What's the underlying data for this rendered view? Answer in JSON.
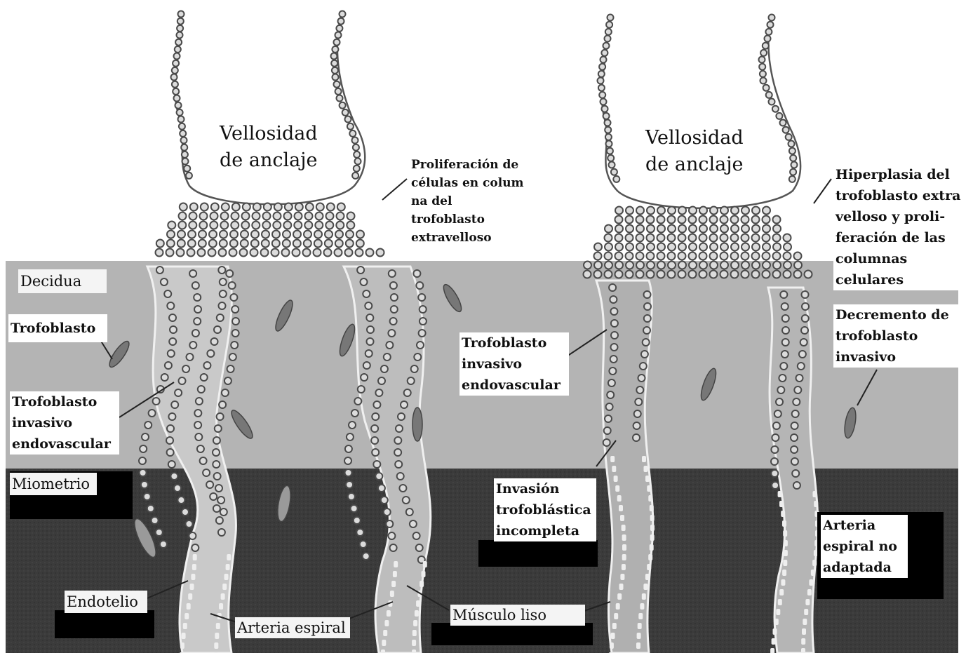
{
  "labels": {
    "villus_left": "Vellosidad\nde anclaje",
    "villus_right": "Vellosidad\nde anclaje",
    "proliferation_left": "Proliferación de\ncélulas en colum\nna del\ntrofoblasto\nextravelloso",
    "hyperplasia_right": "Hiperplasia del\ntrofoblasto extra\nvelloso y proli-\nferación de las\ncolumnas\ncelulares",
    "decidua": "Decidua",
    "trofoblasto": "Trofoblasto",
    "invasive_left": "Trofoblasto\ninvasivo\nendovascular",
    "invasive_center": "Trofoblasto\ninvasivo\nendovascular",
    "decrement": "Decremento de\ntrofoblasto\ninvasivo",
    "miometrio": "Miometrio",
    "incomplete": "Invasión\ntrofoblástica\nincompleta",
    "unadapted": "Arteria\nespiral no\nadaptada",
    "endotelio": "Endotelio",
    "arteria_espiral": "Arteria espiral",
    "musculo_liso": "Músculo liso"
  },
  "colors": {
    "decidua": "#b4b4b4",
    "myometrium": "#3a3a3a",
    "cell_ring": "#4a4a4a",
    "cell_fill": "#dcdcdc"
  }
}
